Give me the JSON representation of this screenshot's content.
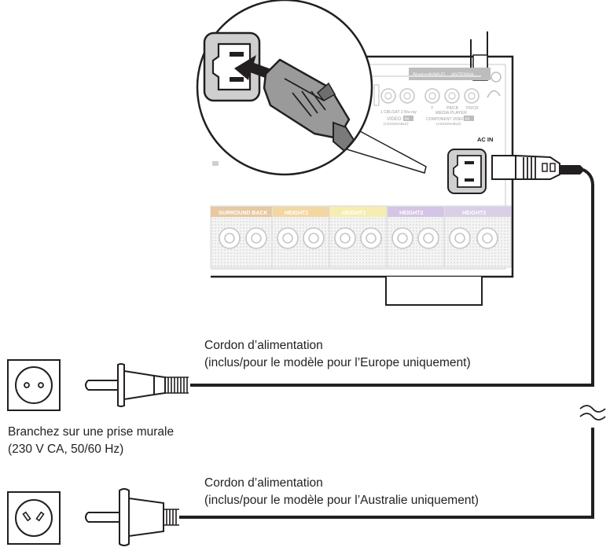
{
  "receiver": {
    "top_labels": {
      "bluetooth": "Bluetooth/Wi-Fi",
      "antenna": "ANTENNA"
    },
    "input_labels": {
      "cbl_sat": "1 CBL/SAT",
      "blu_ray": "2 Blu-ray",
      "y": "Y",
      "pb_cb": "PB/CB",
      "pr_cr": "PR/CR"
    },
    "group_labels": {
      "media_player": "MEDIA PLAYER",
      "video": "VIDEO",
      "video_in": "IN",
      "component_video": "COMPONENT VIDEO",
      "component_in": "IN",
      "assignable_1": "(ASSIGNABLE)",
      "assignable_2": "(ASSIGNABLE)"
    },
    "ac_in_label": "AC IN",
    "speaker_labels": {
      "surround_back": "SURROUND BACK",
      "height1_a": "HEIGHT1",
      "height1_b": "HEIGHT1",
      "height2_a": "HEIGHT2",
      "height2_b": "HEIGHT2"
    },
    "colors": {
      "surround_back": "#e7c8a0",
      "height1_a": "#f3d7a2",
      "height1_b": "#f6eeb0",
      "height2_a": "#d4c4e5",
      "height2_b": "#d9cfe6"
    }
  },
  "labels": {
    "cord_europe_line1": "Cordon d’alimentation",
    "cord_europe_line2": "(inclus/pour le modèle pour l’Europe uniquement)",
    "wall_outlet_line1": "Branchez sur une prise murale",
    "wall_outlet_line2": "(230 V CA, 50/60 Hz)",
    "cord_australia_line1": "Cordon d’alimentation",
    "cord_australia_line2": "(inclus/pour le modèle pour l’Australie uniquement)"
  },
  "icons": [
    "ac-inlet-icon",
    "power-plug-icon",
    "wall-outlet-europe-icon",
    "wall-outlet-australia-icon",
    "cable-break-icon",
    "insert-arrow-icon"
  ]
}
